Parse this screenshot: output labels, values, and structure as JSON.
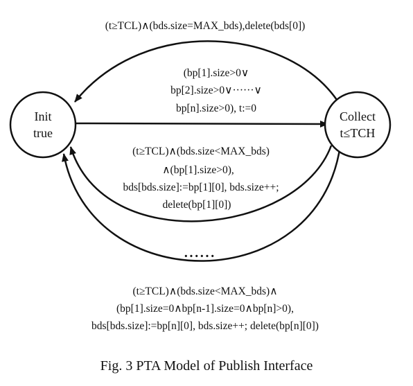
{
  "states": {
    "init": {
      "line1": "Init",
      "line2": "true"
    },
    "collect": {
      "line1": "Collect",
      "line2": "t≤TCH"
    }
  },
  "edges": {
    "top_return": "(t≥TCL)∧(bds.size=MAX_bds),delete(bds[0])",
    "init_to_collect": {
      "line1": "(bp[1].size>0∨",
      "line2": "bp[2].size>0∨······∨",
      "line3": "bp[n].size>0), t:=0"
    },
    "collect_to_init_1": {
      "line1": "(t≥TCL)∧(bds.size<MAX_bds)",
      "line2": "∧(bp[1].size>0),",
      "line3": "bds[bds.size]:=bp[1][0], bds.size++;",
      "line4": "delete(bp[1][0])"
    },
    "ellipsis": "······",
    "collect_to_init_n": {
      "line1": "(t≥TCL)∧(bds.size<MAX_bds)∧",
      "line2": "(bp[1].size=0∧bp[n-1].size=0∧bp[n]>0),",
      "line3": "bds[bds.size]:=bp[n][0], bds.size++; delete(bp[n][0])"
    }
  },
  "caption": "Fig. 3 PTA Model of Publish Interface"
}
